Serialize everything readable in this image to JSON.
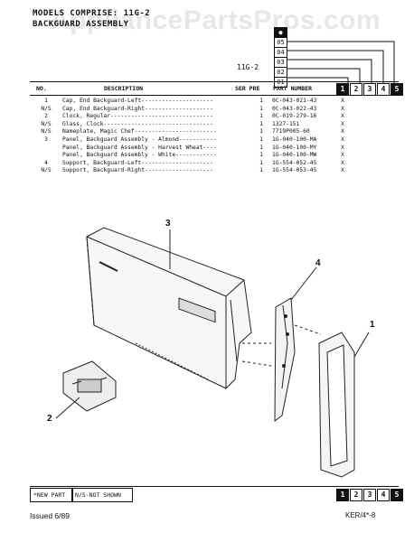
{
  "header": {
    "line1": "MODELS COMPRISE: 11G-2",
    "line2": "BACKGUARD ASSEMBLY",
    "watermark": "AppliancePartsPros.com",
    "model_code": "11G-2"
  },
  "model_column_boxes": [
    "05",
    "04",
    "03",
    "02",
    "01"
  ],
  "columns": {
    "no": "NO.",
    "description": "DESCRIPTION",
    "ser_pre": "SER PRE",
    "part_number": "PART NUMBER"
  },
  "number_boxes": [
    "1",
    "2",
    "3",
    "4",
    "5"
  ],
  "parts": [
    {
      "no": "1",
      "desc": "Cap, End Backguard-Left---------------------",
      "qty": "1",
      "pn": "0C-043-021-43",
      "x": "X"
    },
    {
      "no": "N/S",
      "desc": "Cap, End Backguard-Right--------------------",
      "qty": "1",
      "pn": "0C-043-022-43",
      "x": "X"
    },
    {
      "no": "2",
      "desc": "Clock, Regular------------------------------",
      "qty": "1",
      "pn": "0C-019-279-16",
      "x": "X"
    },
    {
      "no": "N/S",
      "desc": "Glass, Clock--------------------------------",
      "qty": "1",
      "pn": "1327-151",
      "x": "X"
    },
    {
      "no": "N/S",
      "desc": "Nameplate, Magic Chef------------------------",
      "qty": "1",
      "pn": "7719P005-60",
      "x": "X"
    },
    {
      "no": "3",
      "desc": "Panel, Backguard Assembly - Almond-----------",
      "qty": "1",
      "pn": "1G-040-100-MA",
      "x": "X"
    },
    {
      "no": "",
      "desc": "Panel, Backguard Assembly - Harvest Wheat----",
      "qty": "1",
      "pn": "1G-040-100-MY",
      "x": "X"
    },
    {
      "no": "",
      "desc": "Panel, Backguard Assembly - White------------",
      "qty": "1",
      "pn": "1G-040-100-MW",
      "x": "X"
    },
    {
      "no": "4",
      "desc": "Support, Backguard-Left---------------------",
      "qty": "1",
      "pn": "1G-554-052-45",
      "x": "X"
    },
    {
      "no": "N/S",
      "desc": "Support, Backguard-Right--------------------",
      "qty": "1",
      "pn": "1G-554-053-45",
      "x": "X"
    }
  ],
  "callouts": {
    "c1": "1",
    "c2": "2",
    "c3": "3",
    "c4": "4"
  },
  "footer": {
    "new_part": "*NEW PART",
    "not_shown": "N/S-NOT SHOWN",
    "issued": "Issued 6/89",
    "ref": "KER/4*-8"
  }
}
